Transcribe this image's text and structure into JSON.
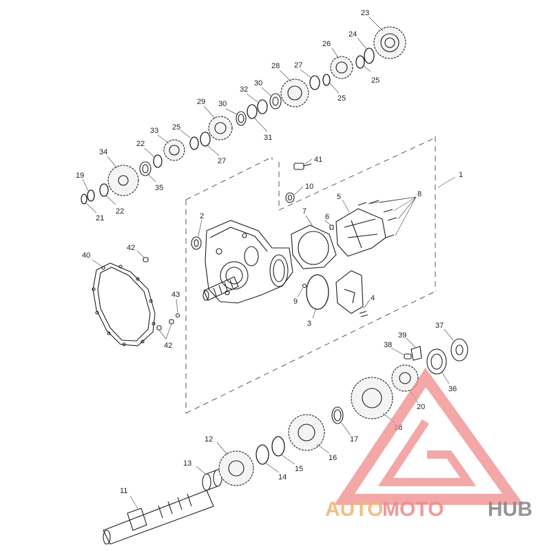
{
  "watermark": {
    "part1": "AUTO",
    "part2": "MOTO",
    "part3": "HUB",
    "colors": {
      "auto": "#f0b878",
      "moto": "#ef8e8e",
      "hub": "#8a8a8a",
      "triangle": "#f08a8a"
    }
  },
  "callouts": {
    "c1": "1",
    "c2": "2",
    "c3": "3",
    "c4": "4",
    "c5": "5",
    "c6": "6",
    "c7": "7",
    "c8": "8",
    "c9": "9",
    "c10": "10",
    "c11": "11",
    "c12": "12",
    "c13": "13",
    "c14": "14",
    "c15": "15",
    "c16": "16",
    "c17": "17",
    "c18": "18",
    "c19": "19",
    "c20": "20",
    "c21": "21",
    "c22a": "22",
    "c22b": "22",
    "c23": "23",
    "c24": "24",
    "c25a": "25",
    "c25b": "25",
    "c25c": "25",
    "c26": "26",
    "c27a": "27",
    "c27b": "27",
    "c28": "28",
    "c29": "29",
    "c30a": "30",
    "c30b": "30",
    "c31": "31",
    "c32": "32",
    "c33": "33",
    "c34": "34",
    "c35": "35",
    "c36": "36",
    "c37": "37",
    "c38": "38",
    "c39": "39",
    "c40": "40",
    "c41": "41",
    "c42a": "42",
    "c42b": "42",
    "c43": "43"
  }
}
